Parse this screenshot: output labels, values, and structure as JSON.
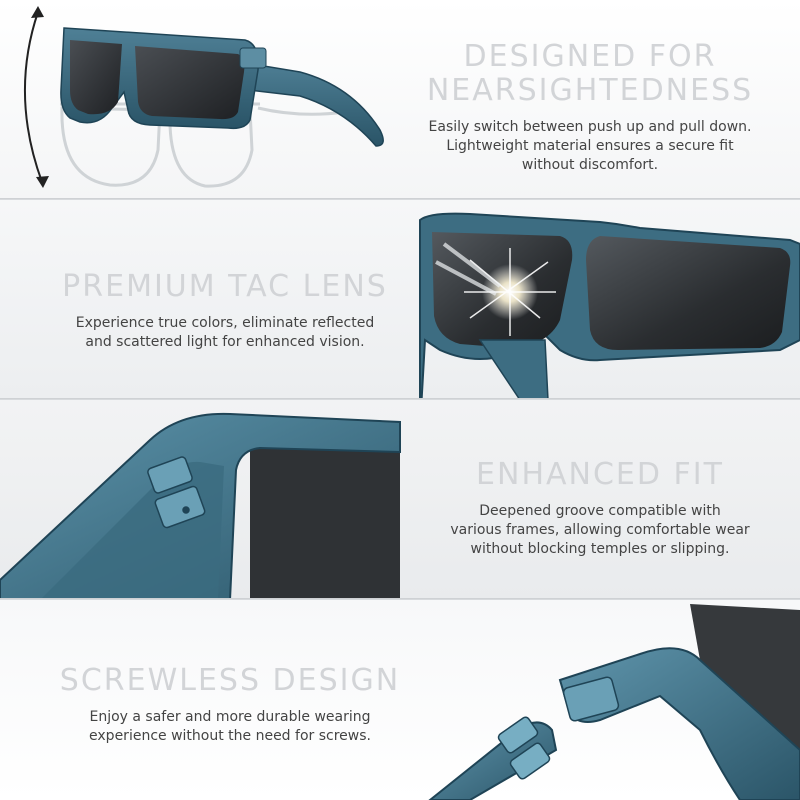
{
  "sections": [
    {
      "heading_lines": [
        "DESIGNED FOR",
        "NEARSIGHTEDNESS"
      ],
      "description_lines": [
        "Easily switch between push up and pull down.",
        "Lightweight material ensures a secure fit",
        "without discomfort."
      ]
    },
    {
      "heading_lines": [
        "PREMIUM TAC LENS"
      ],
      "description_lines": [
        "Experience true colors, eliminate reflected",
        "and scattered light for enhanced vision."
      ]
    },
    {
      "heading_lines": [
        "ENHANCED FIT"
      ],
      "description_lines": [
        "Deepened groove compatible with",
        "various frames, allowing comfortable wear",
        "without blocking temples or slipping."
      ]
    },
    {
      "heading_lines": [
        "SCREWLESS DESIGN"
      ],
      "description_lines": [
        "Enjoy a safer and more durable wearing",
        "experience without the need for screws."
      ]
    }
  ],
  "colors": {
    "frame_teal": "#3d6d82",
    "frame_dark": "#1f4456",
    "lens_dark": "#2b2e31",
    "heading_light": "#d2d4d7",
    "heading_dark": "#8a8d91",
    "text": "#444444"
  },
  "icons": [
    "swap-arrow-icon",
    "lens-flare-icon"
  ]
}
